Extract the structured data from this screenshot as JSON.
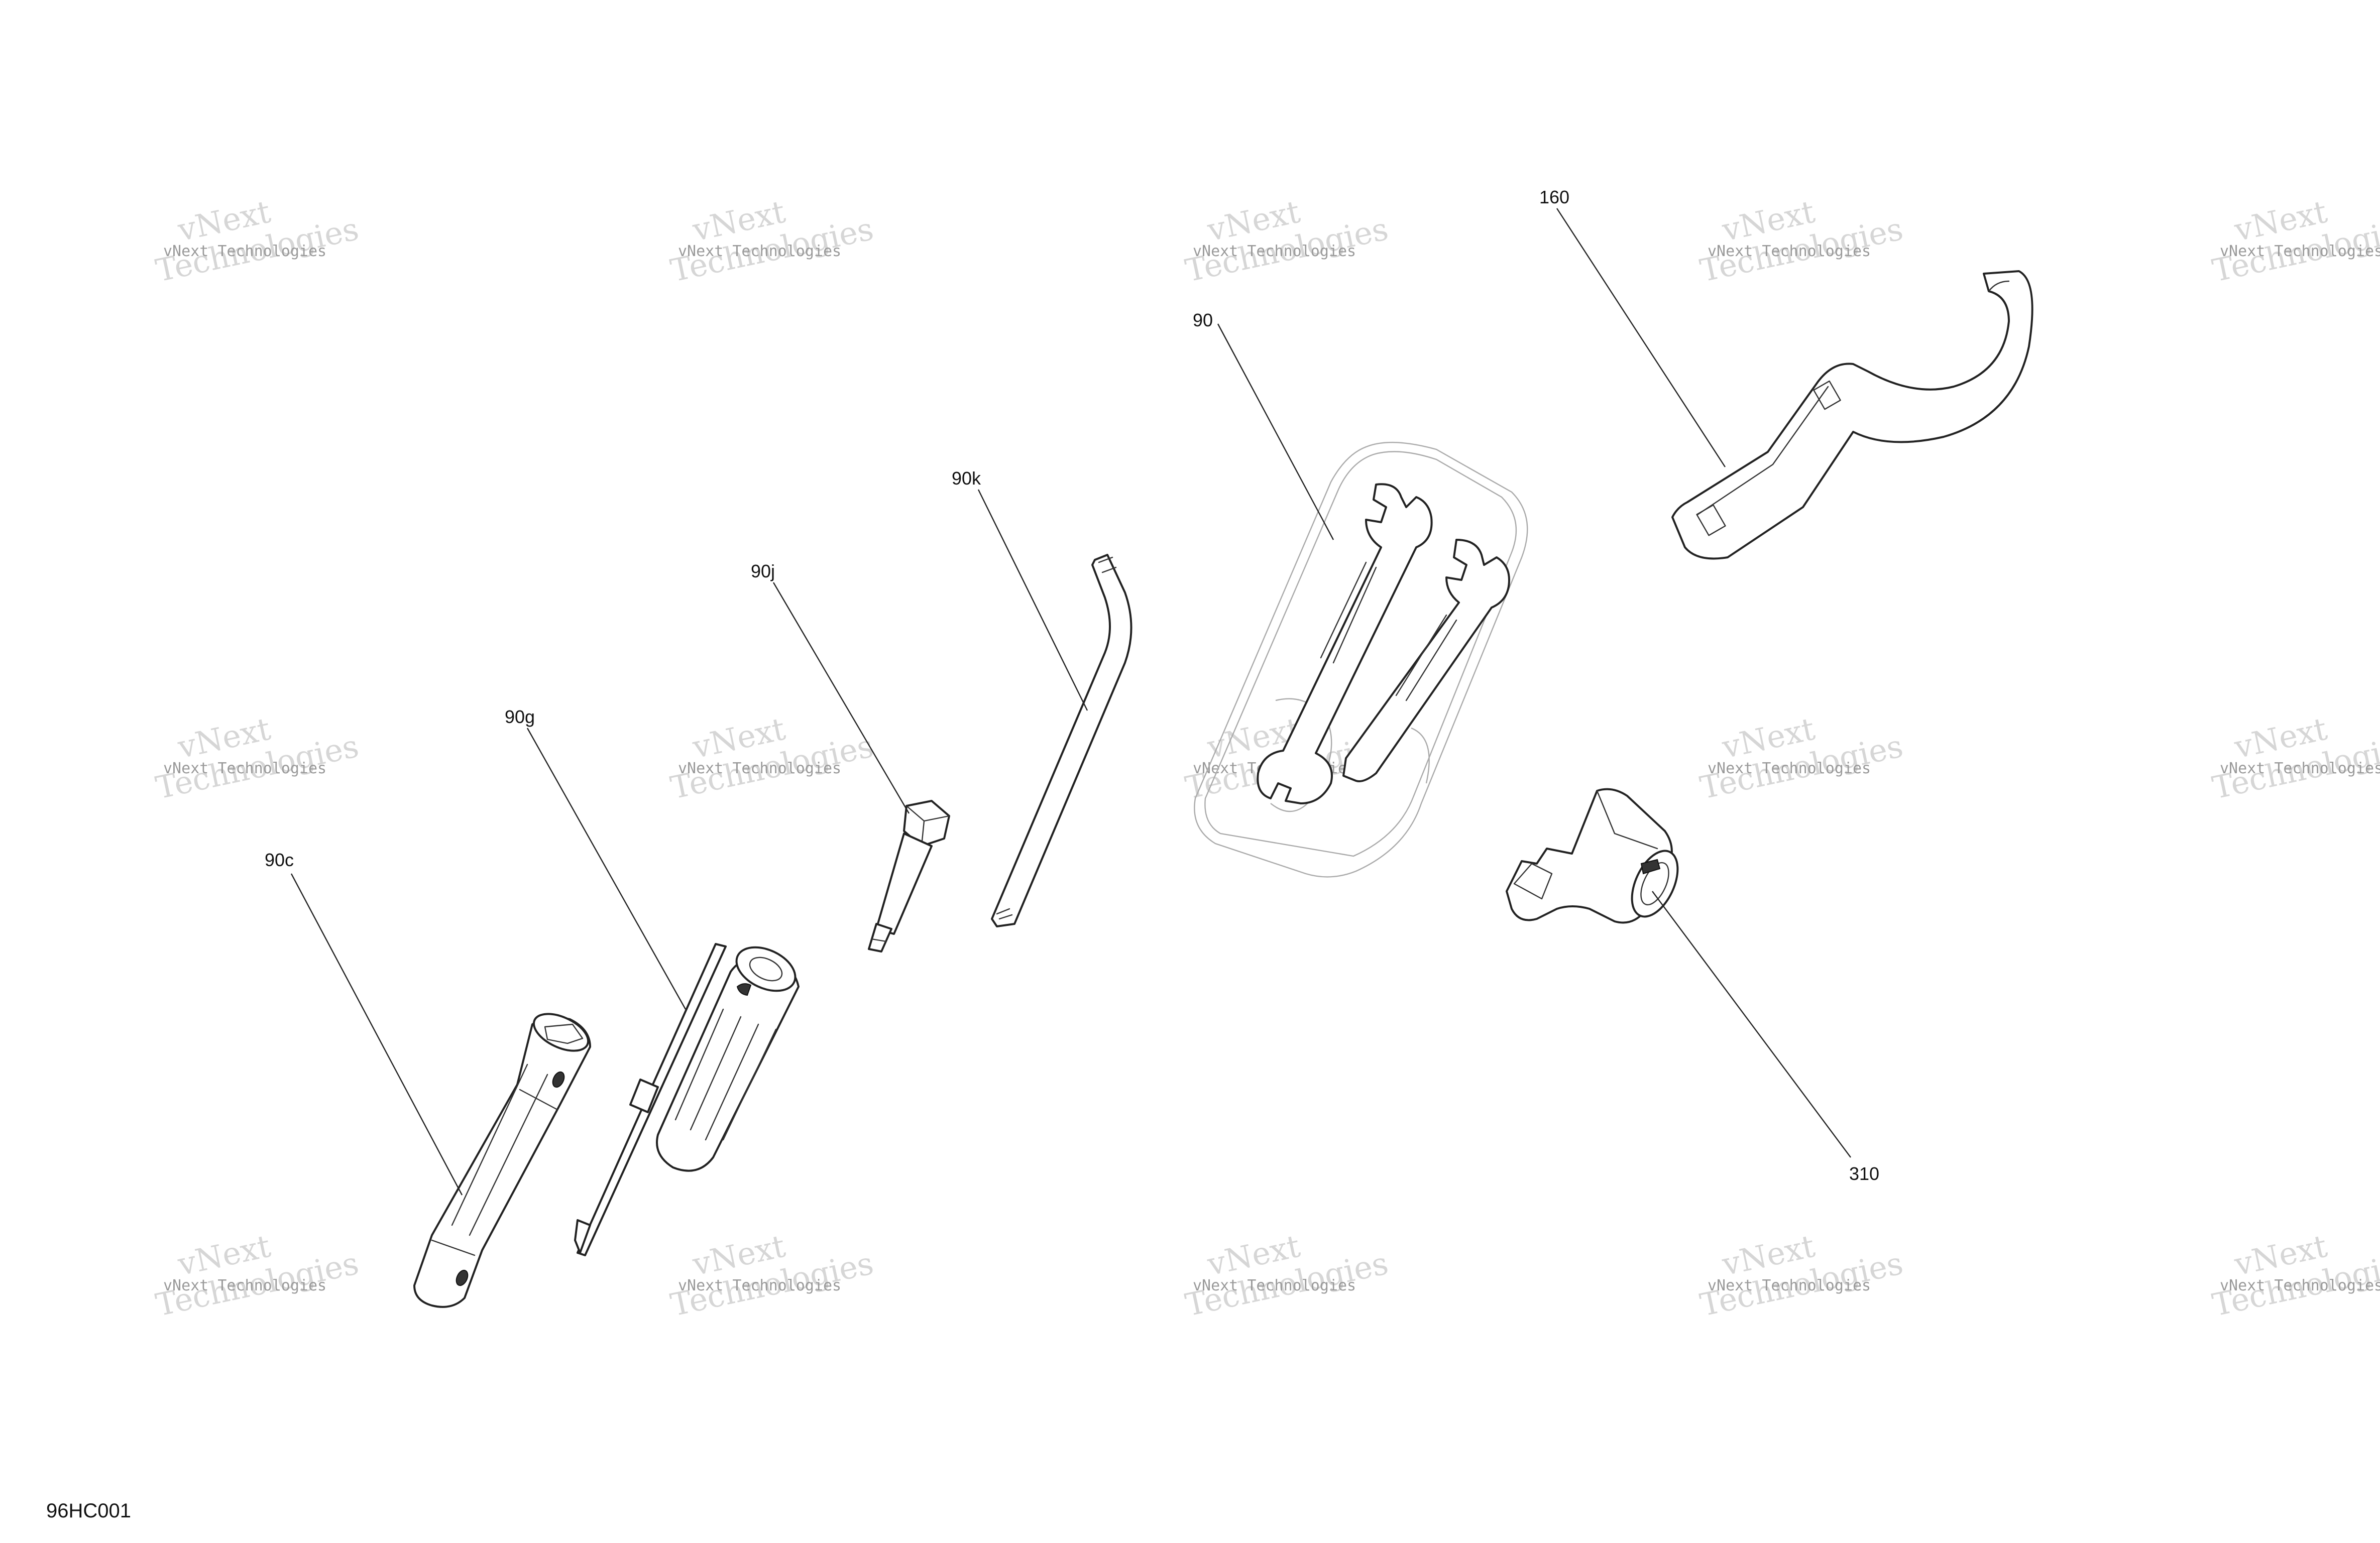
{
  "figure_code": "96HC001",
  "watermark": {
    "line1": "vNext Technologies",
    "line2a": "vNext",
    "line2b": "Technologies"
  },
  "callouts": {
    "c160": "160",
    "c90": "90",
    "c90k": "90k",
    "c90j": "90j",
    "c90g": "90g",
    "c90c": "90c",
    "c310": "310"
  }
}
